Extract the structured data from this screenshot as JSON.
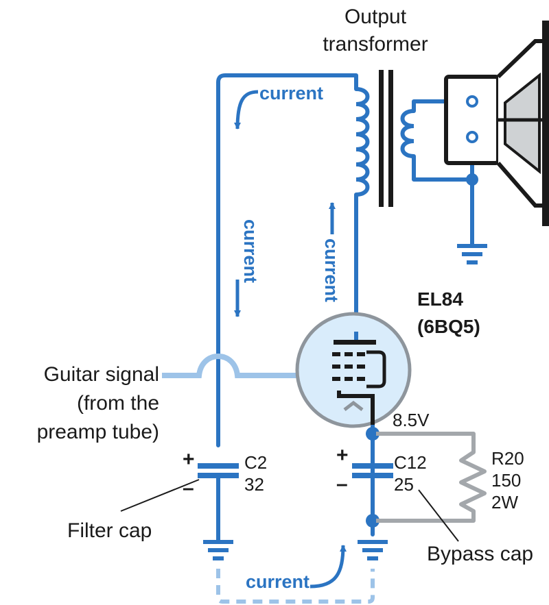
{
  "labels": {
    "transformer_line1": "Output",
    "transformer_line2": "transformer",
    "tube_name": "EL84",
    "tube_alt": "(6BQ5)",
    "guitar_line1": "Guitar signal",
    "guitar_line2": "(from the",
    "guitar_line3": "preamp tube)",
    "voltage": "8.5V",
    "c2_name": "C2",
    "c2_value": "32",
    "c12_name": "C12",
    "c12_value": "25",
    "r20_name": "R20",
    "r20_value": "150",
    "r20_power": "2W",
    "filter_cap": "Filter cap",
    "bypass_cap": "Bypass cap",
    "plus": "+",
    "minus": "–",
    "current": "current"
  },
  "colors": {
    "wire": "#2b74c2",
    "signal": "#9dc3e8",
    "resistor": "#a3a7ab",
    "tube_fill": "#d9ecfb",
    "tube_border": "#8e959c",
    "dark": "#1a1a1a"
  },
  "icons": [
    "speaker-icon",
    "ground-icon",
    "tube-icon",
    "transformer-icon",
    "capacitor-icon",
    "resistor-icon"
  ]
}
